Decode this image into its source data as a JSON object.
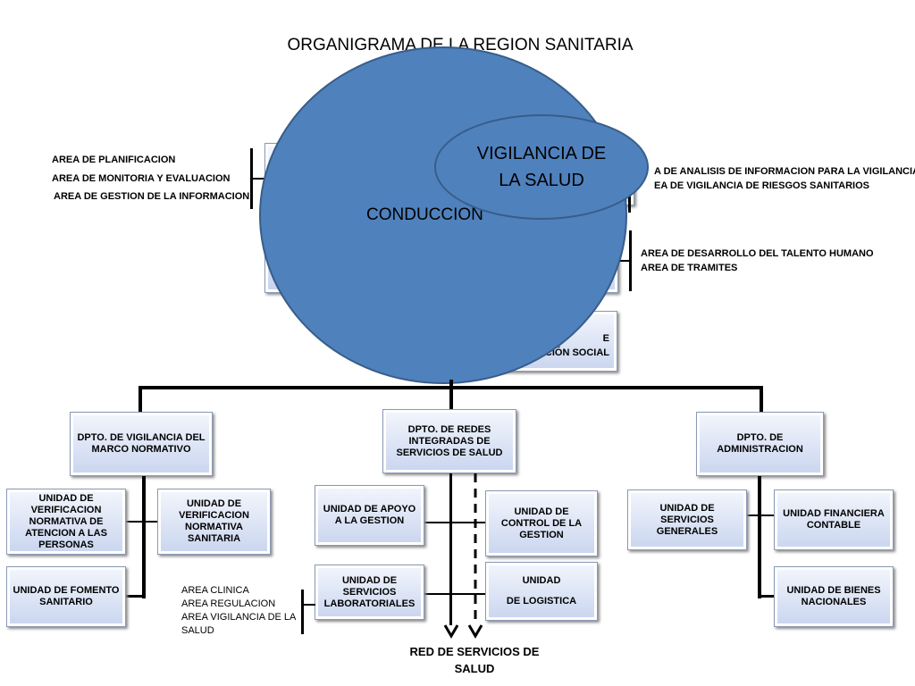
{
  "title": "ORGANIGRAMA DE LA REGION SANITARIA",
  "center": {
    "main_label": "CONDUCCION",
    "overlay_label": "VIGILANCIA DE LA SALUD",
    "partial_box_line1": "E",
    "partial_box_line2": "ACCIÓN SOCIAL"
  },
  "left_areas": [
    "AREA DE PLANIFICACION",
    "AREA DE MONITORIA Y EVALUACION",
    "AREA DE GESTION DE LA INFORMACION"
  ],
  "right_areas_top": [
    "A DE ANALISIS DE INFORMACION PARA LA VIGILANCIA",
    "EA DE VIGILANCIA DE RIESGOS SANITARIOS"
  ],
  "right_areas_mid": [
    "AREA DE DESARROLLO DEL TALENTO HUMANO",
    "AREA DE TRAMITES"
  ],
  "departments": {
    "vigilancia": "DPTO. DE VIGILANCIA DEL MARCO NORMATIVO",
    "redes": "DPTO. DE REDES INTEGRADAS DE SERVICIOS DE SALUD",
    "administracion": "DPTO.  DE ADMINISTRACION"
  },
  "units": {
    "verif_atencion": "UNIDAD DE VERIFICACION NORMATIVA DE ATENCION A LAS PERSONAS",
    "verif_sanitaria": "UNIDAD DE VERIFICACION NORMATIVA SANITARIA",
    "fomento": "UNIDAD DE FOMENTO SANITARIO",
    "apoyo": "UNIDAD DE APOYO A LA GESTION",
    "control": "UNIDAD DE CONTROL DE LA GESTION",
    "laboratoriales": "UNIDAD DE SERVICIOS LABORATORIALES",
    "logistica_line1": "UNIDAD",
    "logistica_line2": "DE LOGISTICA",
    "servicios_generales": "UNIDAD DE SERVICIOS GENERALES",
    "financiera": "UNIDAD FINANCIERA CONTABLE",
    "bienes": "UNIDAD DE BIENES NACIONALES"
  },
  "lab_areas": [
    "AREA  CLINICA",
    "AREA  REGULACION",
    "AREA VIGILANCIA DE LA SALUD"
  ],
  "red_servicios": "RED DE SERVICIOS DE SALUD",
  "colors": {
    "circle": "#4f81bd",
    "circle_border": "#385d8a",
    "box_gradient_end": "#c9d5ef"
  }
}
